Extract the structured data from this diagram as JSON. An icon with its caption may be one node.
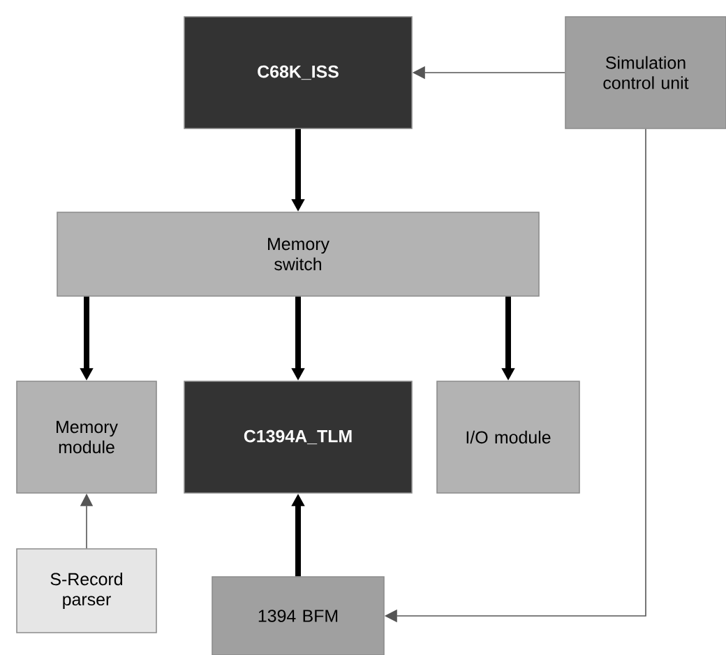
{
  "diagram": {
    "nodes": [
      {
        "text": [
          "C68K_ISS"
        ]
      },
      {
        "text": [
          "Simulation control unit"
        ]
      },
      {
        "text": [
          "Memory switch"
        ]
      },
      {
        "text": [
          "Memory module"
        ]
      },
      {
        "text": [
          "C1394A_TLM"
        ]
      },
      {
        "text": [
          "I/O module"
        ]
      },
      {
        "text": [
          "S-Record parser"
        ]
      },
      {
        "text": [
          "1394 BFM"
        ]
      }
    ],
    "edges": [
      {
        "from": 1,
        "to": 0,
        "arrow": "to",
        "color": "#555555"
      },
      {
        "from": 0,
        "to": 2,
        "arrow": "to"
      },
      {
        "from": 2,
        "to": 3,
        "arrow": "to"
      },
      {
        "from": 2,
        "to": 4,
        "arrow": "to"
      },
      {
        "from": 2,
        "to": 5,
        "arrow": "to"
      },
      {
        "from": 6,
        "to": 3,
        "arrow": "to",
        "color": "#555555"
      },
      {
        "from": 7,
        "to": 4,
        "arrow": "to"
      },
      {
        "from": 1,
        "to": 7,
        "arrow": "to",
        "color": "#555555"
      }
    ]
  }
}
